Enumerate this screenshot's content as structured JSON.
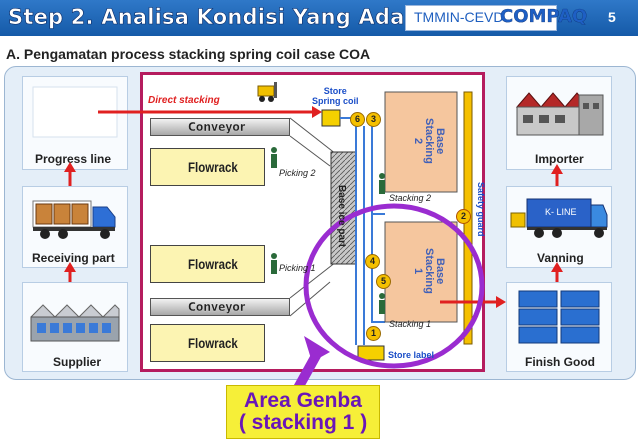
{
  "header": {
    "title": "Step 2. Analisa Kondisi Yang Ada",
    "org": "TMMIN-CEVD",
    "brand": "COMPAQ",
    "page_number": "5"
  },
  "section_title": "A. Pengamatan process stacking spring coil case COA",
  "left_column": {
    "progress_line": "Progress line",
    "receiving_part": "Receiving part",
    "supplier": "Supplier"
  },
  "right_column": {
    "importer": "Importer",
    "vanning": "Vanning",
    "finish_good": "Finish Good",
    "truck_text": "K- LINE"
  },
  "layout": {
    "direct_stacking": "Direct stacking",
    "store_spring_coil": "Store\nSpring coil",
    "conveyor_top": "Conveyor",
    "conveyor_bottom": "Conveyor",
    "flowrack_1": "Flowrack",
    "flowrack_2": "Flowrack",
    "flowrack_3": "Flowrack",
    "picking_2": "Picking  2",
    "picking_1": "Picking  1",
    "base_part": "Base ice part",
    "base_stacking_2": "Base\nStacking\n2",
    "base_stacking_1": "Base\nStacking\n1",
    "stacking_2": "Stacking 2",
    "stacking_1": "Stacking   1",
    "safety_guard": "Safety guard",
    "store_label": "Store label",
    "markers": [
      "6",
      "3",
      "2",
      "4",
      "5",
      "1"
    ]
  },
  "callout": {
    "line1": "Area Genba",
    "line2": "( stacking 1 )"
  },
  "colors": {
    "header_blue": "#1f62b4",
    "plant_border": "#b51c5e",
    "highlight_purple": "#9a2cd0",
    "arrow_red": "#e02020",
    "callout_yellow": "#f6ef38",
    "callout_text": "#6a16b8"
  }
}
